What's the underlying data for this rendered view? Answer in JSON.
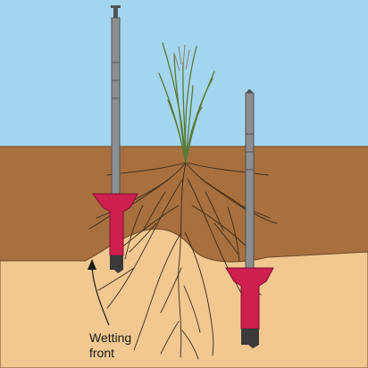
{
  "callout": {
    "line1": "Wetting",
    "line2": "front"
  },
  "icons": [
    "sky",
    "dry-soil",
    "wet-soil",
    "grass-plant",
    "plant-roots",
    "tensiometer-shallow",
    "tensiometer-deep",
    "callout-arrow"
  ],
  "colors": {
    "sky": "#a3d6ee",
    "dry_soil": "#a8703e",
    "wet_soil": "#f1c890",
    "tensiometer_cup": "#cf1f4f",
    "tensiometer_tube": "#8c8e90",
    "roots": "#3a2a1c",
    "grass": "#5a7a3a"
  }
}
